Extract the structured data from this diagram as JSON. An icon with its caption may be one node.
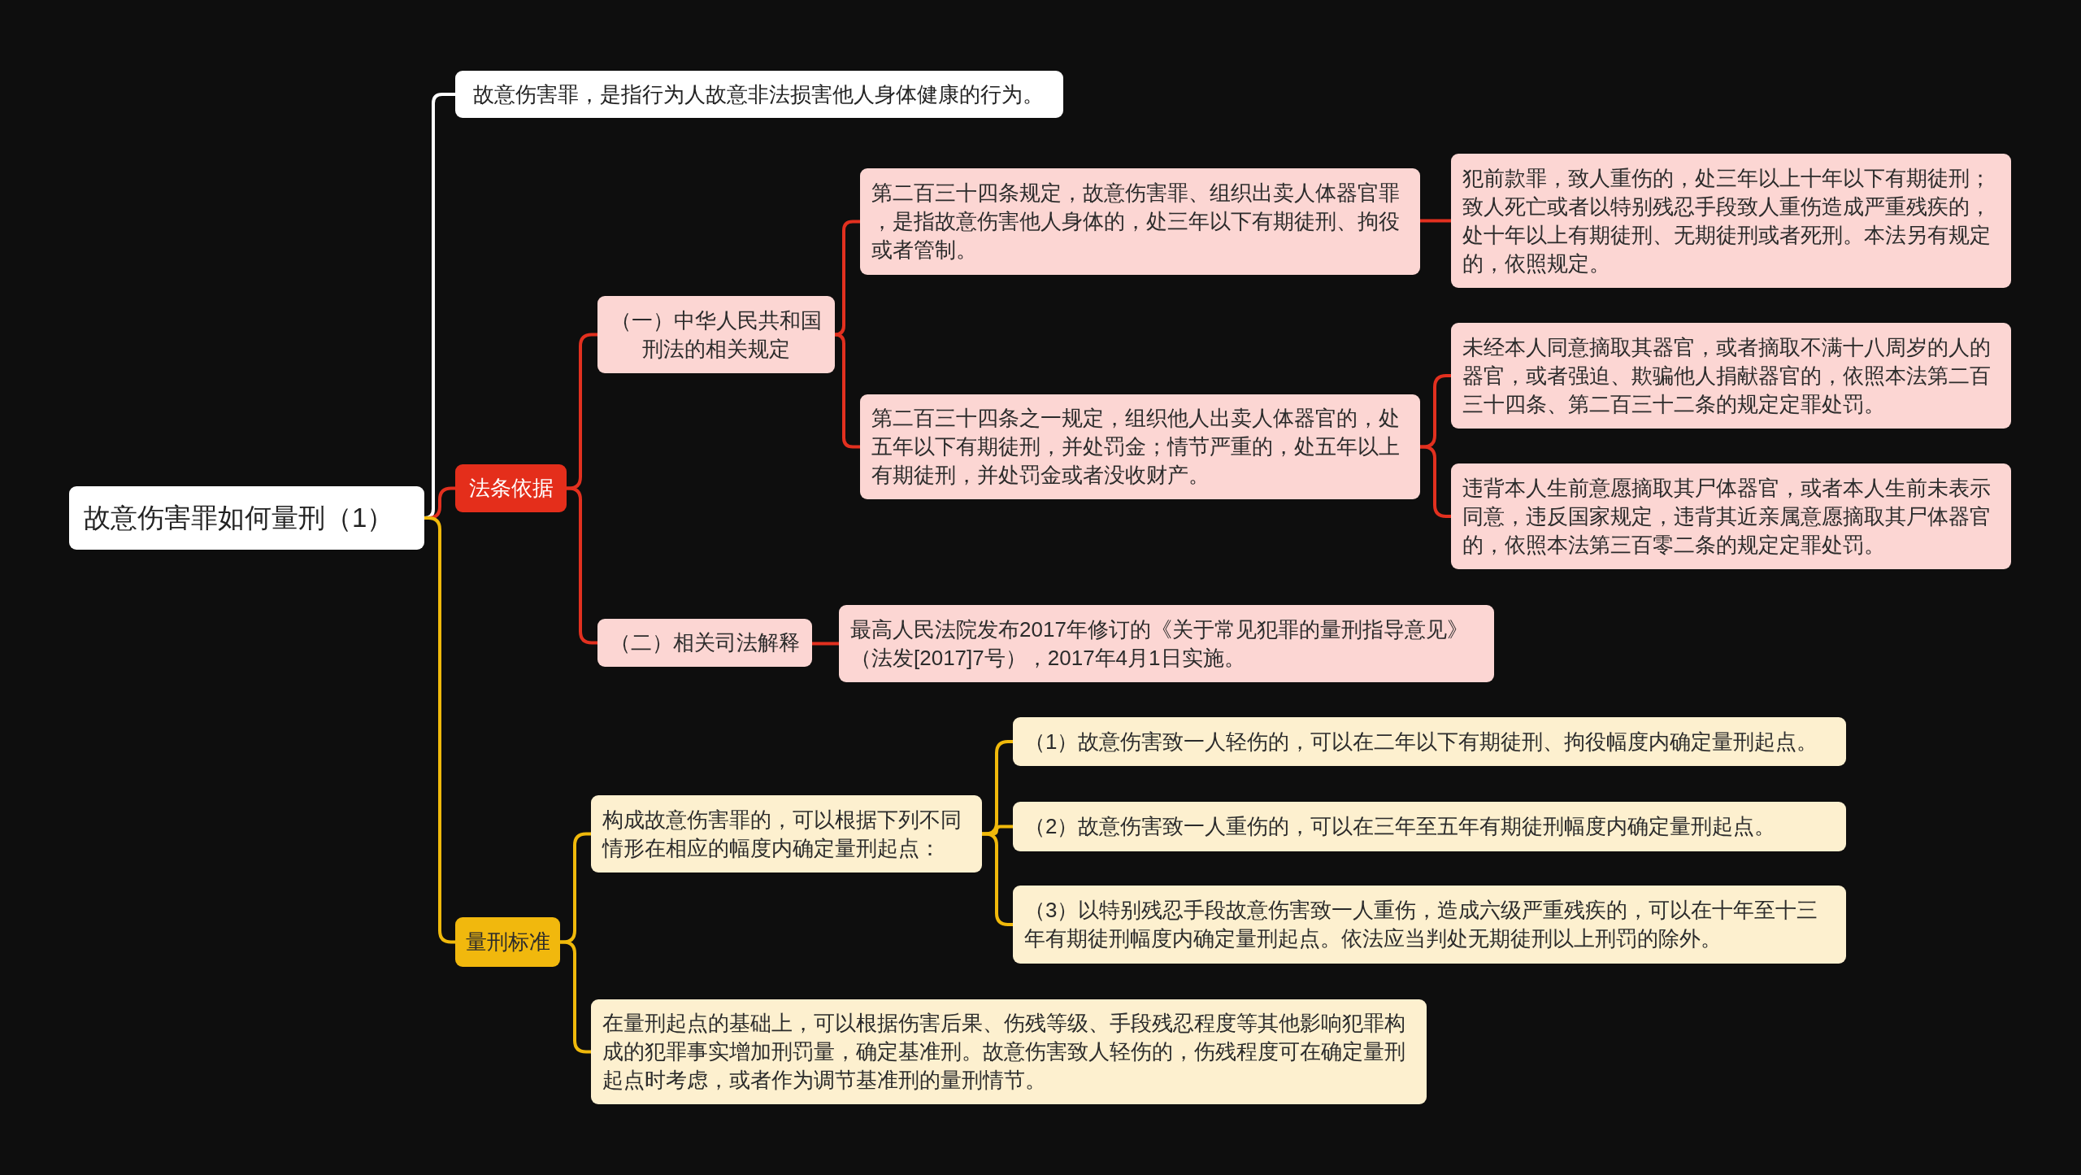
{
  "diagram": {
    "nodes": [
      {
        "text": [
          "故意伤害罪如何量刑（1）"
        ]
      },
      {
        "text": [
          "故意伤害罪，是指行为人故意非法损害他人身体健康的行为。"
        ]
      },
      {
        "text": [
          "法条依据"
        ]
      },
      {
        "text": [
          "（一）中华人民共和国刑法的相关规定"
        ]
      },
      {
        "text": [
          "第二百三十四条规定，故意伤害罪、组织出卖人体器官罪，是指故意伤害他人身体的，处三年以下有期徒刑、拘役或者管制。"
        ]
      },
      {
        "text": [
          "犯前款罪，致人重伤的，处三年以上十年以下有期徒刑；致人死亡或者以特别残忍手段致人重伤造成严重残疾的，处十年以上有期徒刑、无期徒刑或者死刑。本法另有规定的，依照规定。"
        ]
      },
      {
        "text": [
          "第二百三十四条之一规定，组织他人出卖人体器官的，处五年以下有期徒刑，并处罚金；情节严重的，处五年以上有期徒刑，并处罚金或者没收财产。"
        ]
      },
      {
        "text": [
          "未经本人同意摘取其器官，或者摘取不满十八周岁的人的器官，或者强迫、欺骗他人捐献器官的，依照本法第二百三十四条、第二百三十二条的规定定罪处罚。"
        ]
      },
      {
        "text": [
          "违背本人生前意愿摘取其尸体器官，或者本人生前未表示同意，违反国家规定，违背其近亲属意愿摘取其尸体器官的，依照本法第三百零二条的规定定罪处罚。"
        ]
      },
      {
        "text": [
          "（二）相关司法解释"
        ]
      },
      {
        "text": [
          "最高人民法院发布2017年修订的《关于常见犯罪的量刑指导意见》（法发[2017]7号），2017年4月1日实施。"
        ]
      },
      {
        "text": [
          "量刑标准"
        ]
      },
      {
        "text": [
          "构成故意伤害罪的，可以根据下列不同情形在相应的幅度内确定量刑起点："
        ]
      },
      {
        "text": [
          "（1）故意伤害致一人轻伤的，可以在二年以下有期徒刑、拘役幅度内确定量刑起点。"
        ]
      },
      {
        "text": [
          "（2）故意伤害致一人重伤的，可以在三年至五年有期徒刑幅度内确定量刑起点。"
        ]
      },
      {
        "text": [
          "（3）以特别残忍手段故意伤害致一人重伤，造成六级严重残疾的，可以在十年至十三年有期徒刑幅度内确定量刑起点。依法应当判处无期徒刑以上刑罚的除外。"
        ]
      },
      {
        "text": [
          "在量刑起点的基础上，可以根据伤害后果、伤残等级、手段残忍程度等其他影响犯罪构成的犯罪事实增加刑罚量，确定基准刑。故意伤害致人轻伤的，伤残程度可在确定量刑起点时考虑，或者作为调节基准刑的量刑情节。"
        ]
      }
    ],
    "edges": [
      {
        "from": 0,
        "to": 1,
        "arrow": "none",
        "color": "#ffffff"
      },
      {
        "from": 0,
        "to": 2,
        "arrow": "none"
      },
      {
        "from": 0,
        "to": 11,
        "arrow": "none",
        "color": "#f0b90b"
      },
      {
        "from": 2,
        "to": 3,
        "arrow": "none"
      },
      {
        "from": 2,
        "to": 9,
        "arrow": "none"
      },
      {
        "from": 3,
        "to": 4,
        "arrow": "none"
      },
      {
        "from": 3,
        "to": 6,
        "arrow": "none"
      },
      {
        "from": 4,
        "to": 5,
        "arrow": "none"
      },
      {
        "from": 6,
        "to": 7,
        "arrow": "none"
      },
      {
        "from": 6,
        "to": 8,
        "arrow": "none"
      },
      {
        "from": 9,
        "to": 10,
        "arrow": "none"
      },
      {
        "from": 11,
        "to": 12,
        "arrow": "none",
        "color": "#f0b90b"
      },
      {
        "from": 11,
        "to": 16,
        "arrow": "none",
        "color": "#f0b90b"
      },
      {
        "from": 12,
        "to": 13,
        "arrow": "none",
        "color": "#f0b90b"
      },
      {
        "from": 12,
        "to": 14,
        "arrow": "none",
        "color": "#f0b90b"
      },
      {
        "from": 12,
        "to": 15,
        "arrow": "none",
        "color": "#f0b90b"
      }
    ]
  }
}
